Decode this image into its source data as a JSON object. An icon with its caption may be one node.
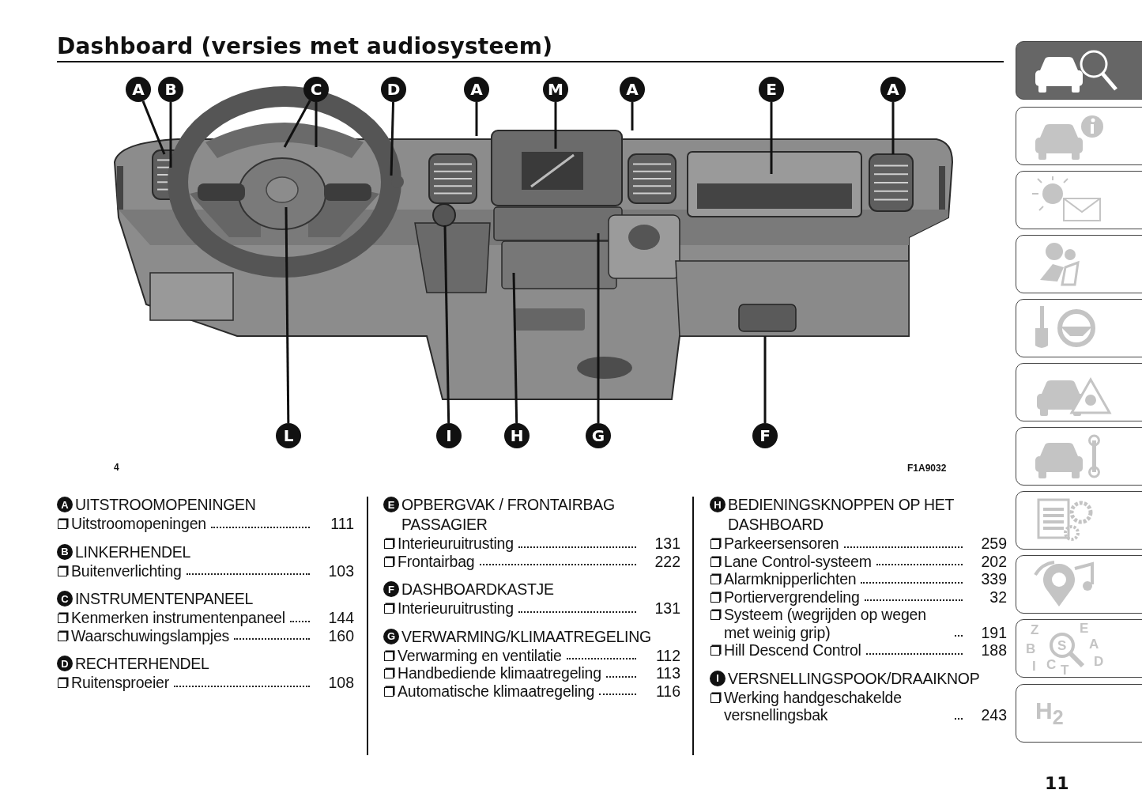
{
  "diagram": {
    "title": "Dashboard (versies met audiosysteem)",
    "nodes": [
      {
        "text": [
          "A"
        ]
      },
      {
        "text": [
          "B"
        ]
      },
      {
        "text": [
          "C"
        ]
      },
      {
        "text": [
          "D"
        ]
      },
      {
        "text": [
          "A"
        ]
      },
      {
        "text": [
          "M"
        ]
      },
      {
        "text": [
          "A"
        ]
      },
      {
        "text": [
          "E"
        ]
      },
      {
        "text": [
          "A"
        ]
      },
      {
        "text": [
          "L"
        ]
      },
      {
        "text": [
          "I"
        ]
      },
      {
        "text": [
          "H"
        ]
      },
      {
        "text": [
          "G"
        ]
      },
      {
        "text": [
          "F"
        ]
      },
      {
        "text": [],
        "shape": "picture"
      }
    ],
    "edges": [
      {
        "from": 0,
        "to": 14,
        "arrow": "none"
      },
      {
        "from": 1,
        "to": 14,
        "arrow": "none"
      },
      {
        "from": 2,
        "to": 14,
        "arrow": "none"
      },
      {
        "from": 2,
        "to": 14,
        "arrow": "none"
      },
      {
        "from": 3,
        "to": 14,
        "arrow": "none"
      },
      {
        "from": 4,
        "to": 14,
        "arrow": "none"
      },
      {
        "from": 5,
        "to": 14,
        "arrow": "none"
      },
      {
        "from": 6,
        "to": 14,
        "arrow": "none"
      },
      {
        "from": 7,
        "to": 14,
        "arrow": "none"
      },
      {
        "from": 8,
        "to": 14,
        "arrow": "none"
      },
      {
        "from": 9,
        "to": 14,
        "arrow": "none"
      },
      {
        "from": 10,
        "to": 14,
        "arrow": "none"
      },
      {
        "from": 11,
        "to": 14,
        "arrow": "none"
      },
      {
        "from": 12,
        "to": 14,
        "arrow": "none"
      },
      {
        "from": 13,
        "to": 14,
        "arrow": "none"
      }
    ],
    "labels": [
      "4",
      "F1A9032",
      "A",
      "UITSTROOMOPENINGEN",
      "Uitstroomopeningen",
      "111",
      "B",
      "LINKERHENDEL",
      "Buitenverlichting",
      "103",
      "C",
      "INSTRUMENTENPANEEL",
      "Kenmerken instrumentenpaneel",
      "144",
      "Waarschuwingslampjes",
      "160",
      "D",
      "RECHTERHENDEL",
      "Ruitensproeier",
      "108",
      "E",
      "OPBERGVAK / FRONTAIRBAG PASSAGIER",
      "Interieuruitrusting",
      "131",
      "Frontairbag",
      "222",
      "F",
      "DASHBOARDKASTJE",
      "Interieuruitrusting",
      "131",
      "G",
      "VERWARMING/KLIMAATREGELING",
      "Verwarming en ventilatie",
      "112",
      "Handbediende klimaatregeling",
      "113",
      "Automatische klimaatregeling",
      "116",
      "H",
      "BEDIENINGSKNOPPEN OP HET DASHBOARD",
      "Parkeersensoren",
      "259",
      "Lane Control-systeem",
      "202",
      "Alarmknipperlichten",
      "339",
      "Portiervergrendeling",
      "32",
      "Systeem (wegrijden op wegen met weinig grip)",
      "191",
      "Hill Descend Control",
      "188",
      "I",
      "VERSNELLINGSPOOK/DRAAIKNOP",
      "Werking handgeschakelde versnellingsbak",
      "243",
      "Z",
      "E",
      "B",
      "S",
      "A",
      "I",
      "C",
      "T",
      "D",
      "H$_{2}$",
      "11"
    ]
  }
}
